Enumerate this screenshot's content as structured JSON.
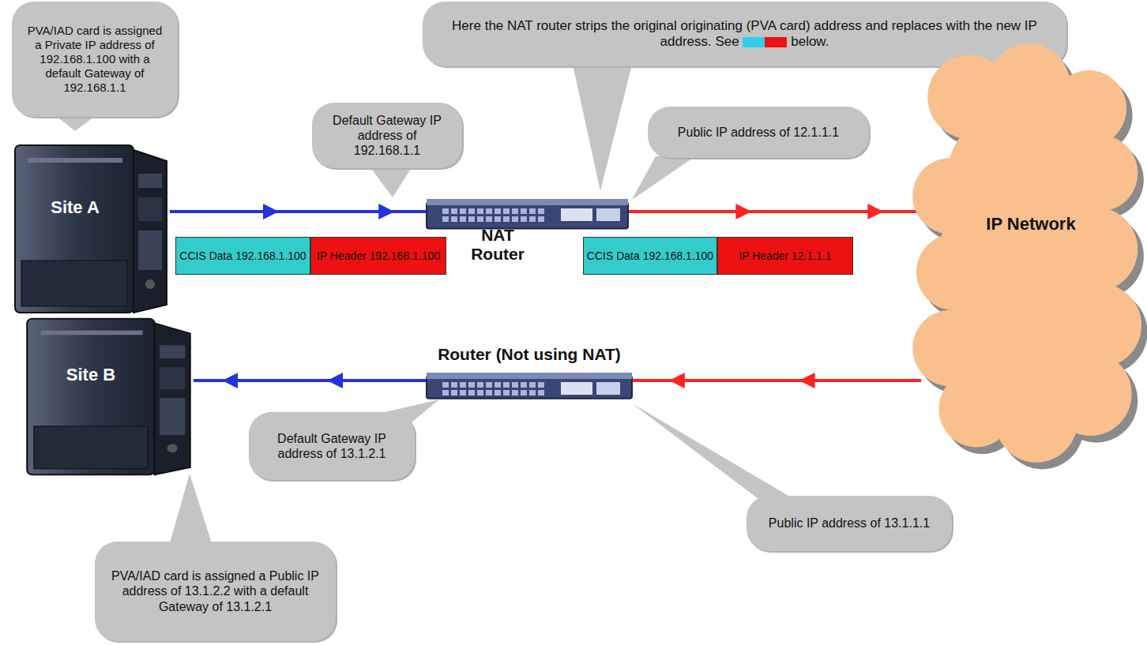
{
  "diagram": {
    "nodes": [
      {
        "text": [
          "PVA/IAD card is assigned a Private IP address of 192.168.1.100 with a default Gateway of 192.168.1.1"
        ]
      },
      {
        "text": [
          "Here the NAT router strips the original originating (PVA card) address and replaces with the new IP address. See",
          "below."
        ]
      },
      {
        "text": [
          "Default Gateway IP address of 192.168.1.1"
        ]
      },
      {
        "text": [
          "Public IP address of 12.1.1.1"
        ]
      },
      {
        "text": [
          "Site A"
        ]
      },
      {
        "text": [
          "CCIS Data 192.168.1.100"
        ]
      },
      {
        "text": [
          "IP Header 192.168.1.100"
        ]
      },
      {
        "text": [
          "NAT Router"
        ]
      },
      {
        "text": [
          "CCIS Data 192.168.1.100"
        ]
      },
      {
        "text": [
          "IP Header 12.1.1.1"
        ]
      },
      {
        "text": [
          "IP Network"
        ]
      },
      {
        "text": [
          "Router (Not using NAT)"
        ]
      },
      {
        "text": [
          "Site B"
        ]
      },
      {
        "text": [
          "Default Gateway IP address of 13.1.2.1"
        ]
      },
      {
        "text": [
          "Public IP address of 13.1.1.1"
        ]
      },
      {
        "text": [
          "PVA/IAD card is assigned a Public IP address of 13.1.2.2 with a default Gateway of 13.1.2.1"
        ]
      }
    ],
    "edges": [
      {
        "from": 4,
        "to": 7,
        "arrow": "to"
      },
      {
        "from": 7,
        "to": 10,
        "arrow": "to"
      },
      {
        "from": 10,
        "to": 11,
        "arrow": "to"
      },
      {
        "from": 11,
        "to": 12,
        "arrow": "to"
      }
    ]
  }
}
